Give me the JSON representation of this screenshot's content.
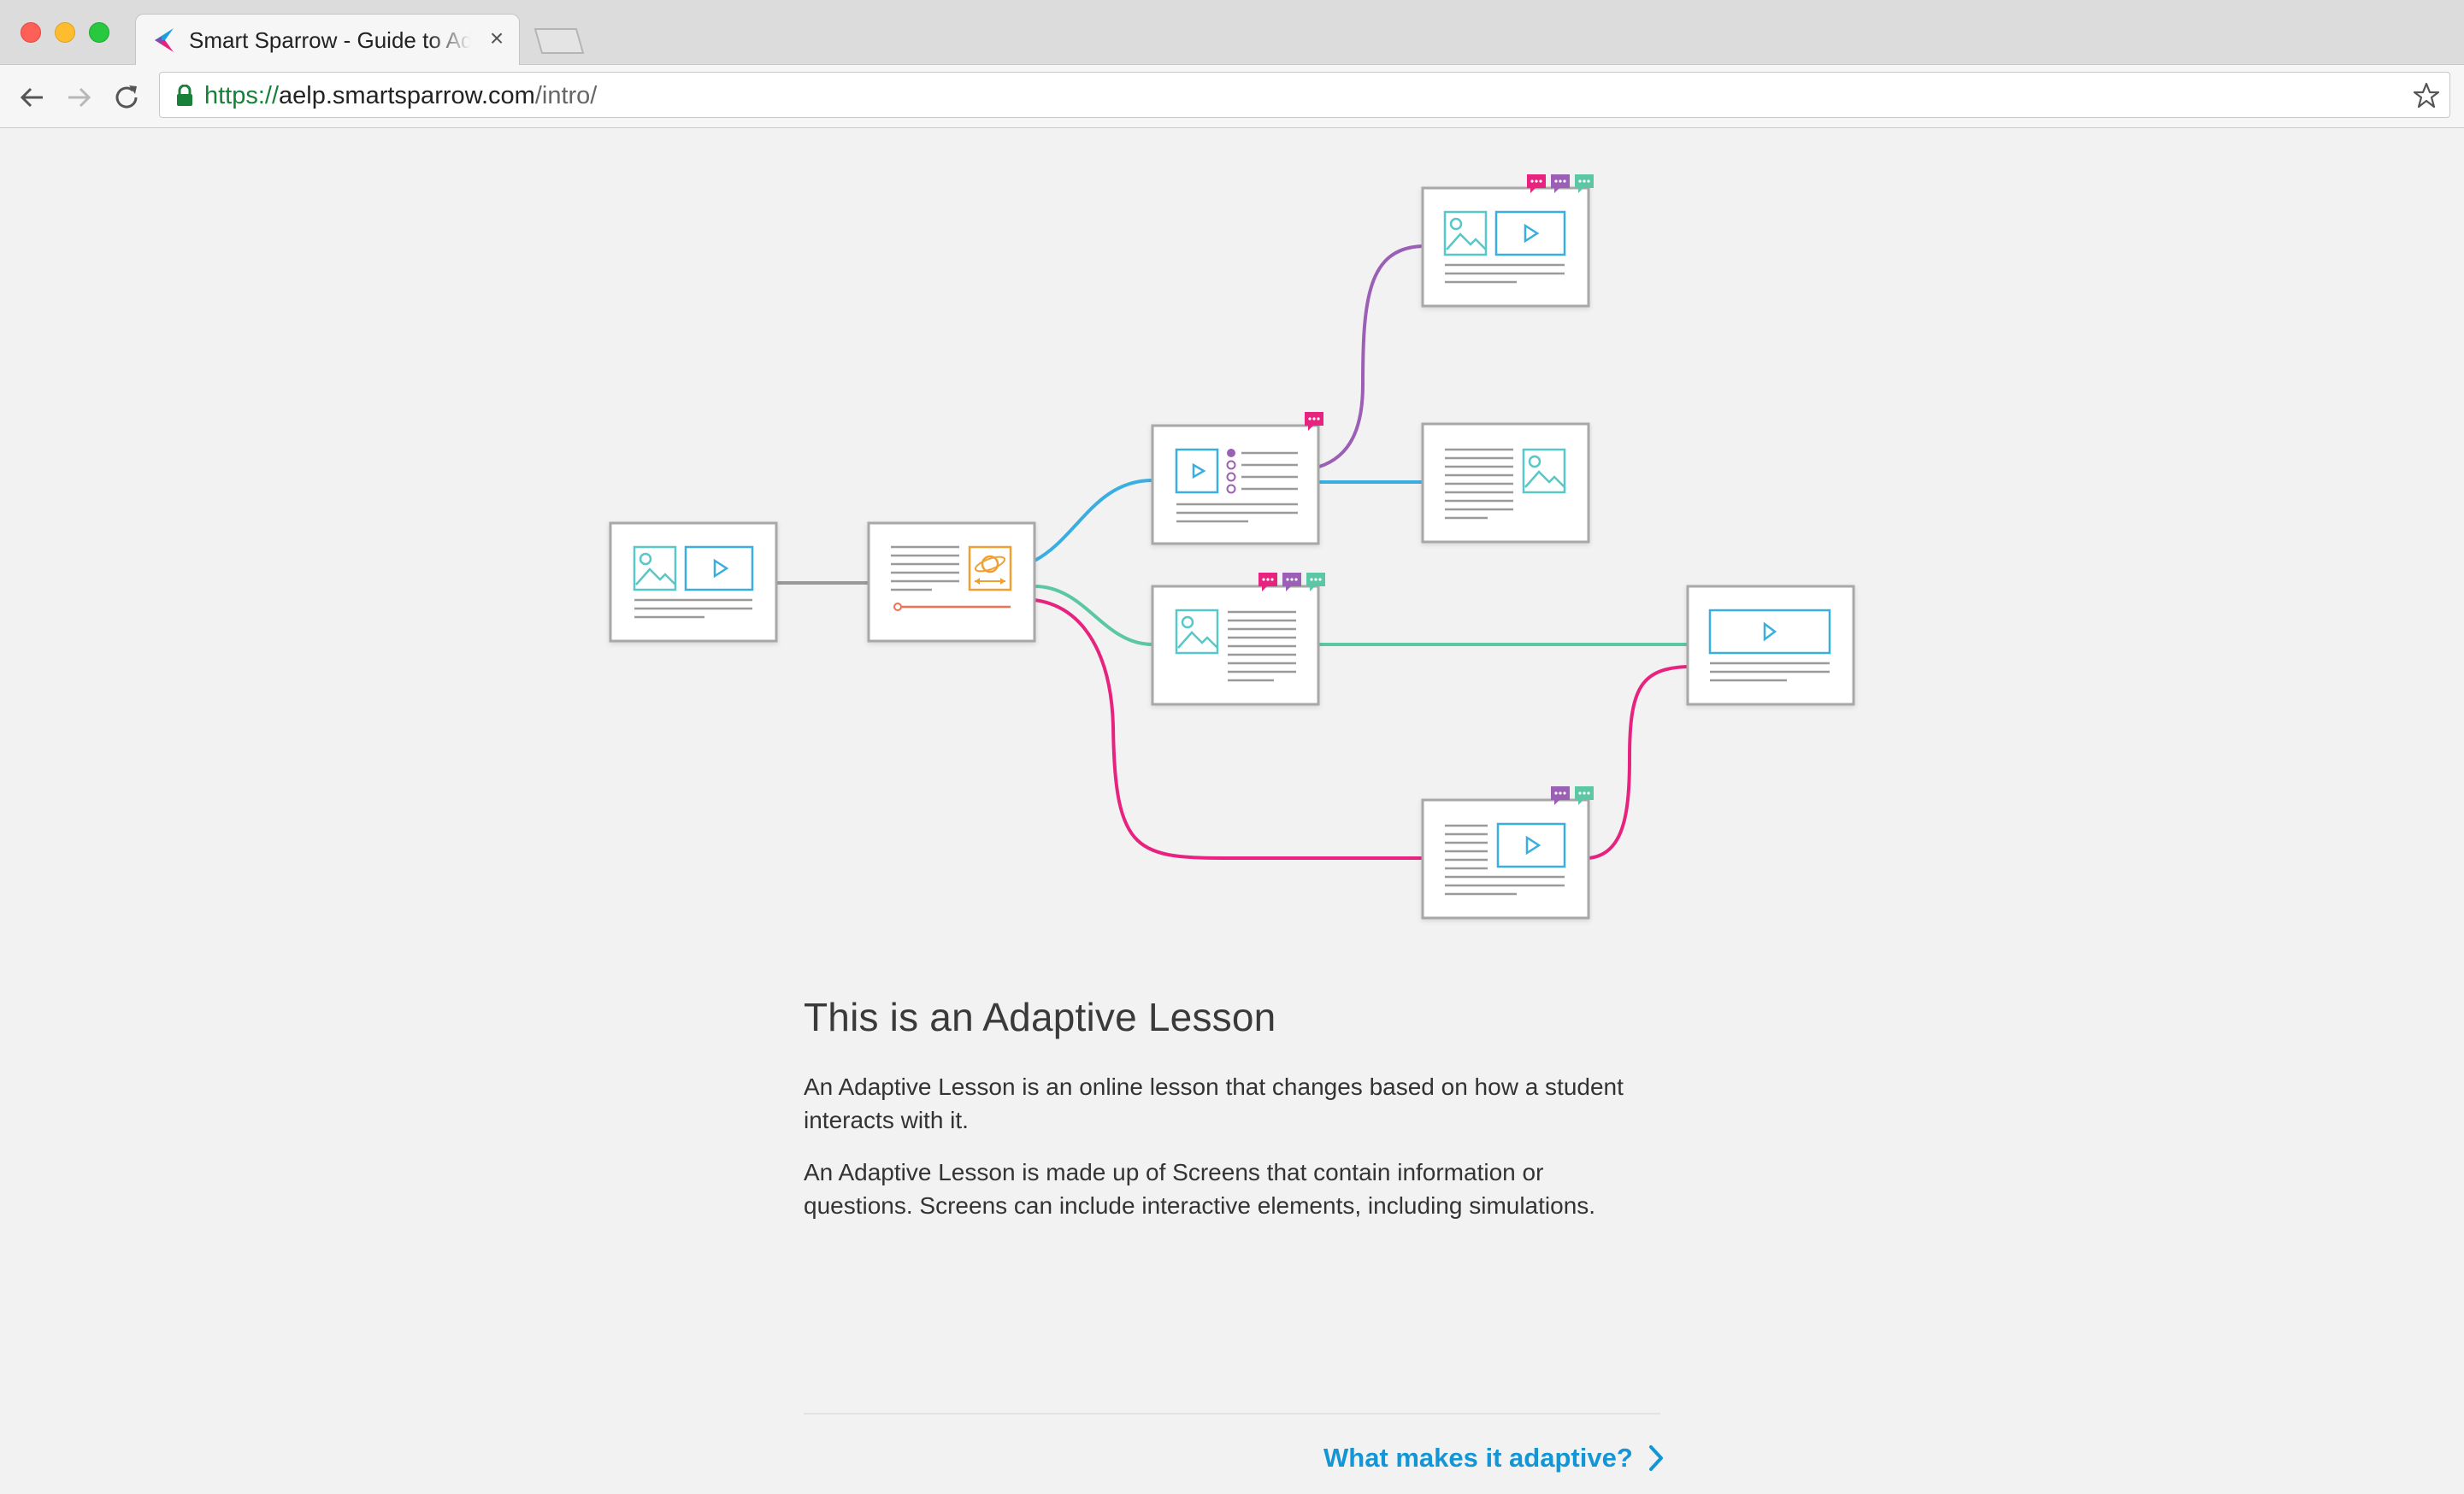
{
  "browser": {
    "tab_title": "Smart Sparrow - Guide to Adaptive Lessons",
    "url_scheme": "https://",
    "url_host": "aelp.smartsparrow.com",
    "url_path": "/intro/"
  },
  "colors": {
    "link": "#1296d6",
    "purple": "#9b5fb5",
    "blue": "#3aaee0",
    "green": "#5cc7a4",
    "pink": "#e8237f",
    "orange": "#f0a030"
  },
  "lesson": {
    "heading": "This is an Adaptive Lesson",
    "paragraph_1": "An Adaptive Lesson is an online lesson that changes based on how a student interacts with it.",
    "paragraph_2": "An Adaptive Lesson is made up of Screens that contain information or questions. Screens can include interactive elements, including simulations.",
    "next_link": "What makes it adaptive?"
  }
}
